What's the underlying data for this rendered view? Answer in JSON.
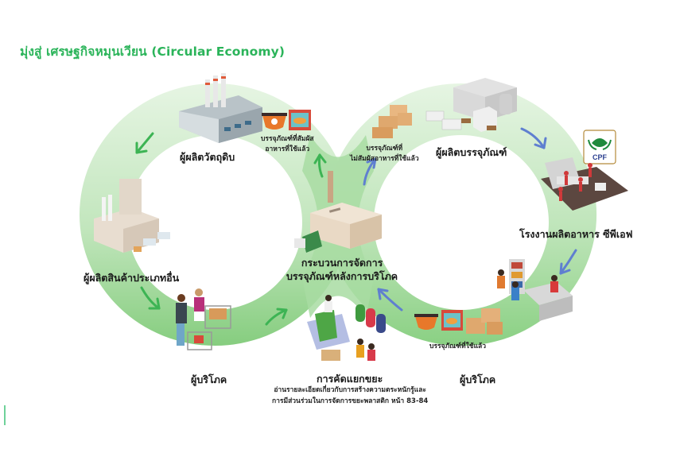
{
  "title": "มุ่งสู่ เศรษฐกิจหมุนเวียน (Circular Economy)",
  "colors": {
    "title": "#2bb45a",
    "ring_light": "#dff2dc",
    "ring_dark": "#8fd08a",
    "arrow_green": "#3db454",
    "arrow_blue": "#5f7fd0",
    "cpf_green": "#1f8a3c",
    "cpf_blue": "#2a3f8f"
  },
  "nodes": {
    "raw_material_producer": "ผู้ผลิตวัตถุดิบ",
    "packaging_producer": "ผู้ผลิตบรรจุภัณฑ์",
    "cpf_factory": "โรงงานผลิตอาหาร ซีพีเอฟ",
    "other_goods_producer": "ผู้ผลิตสินค้าประเภทอื่น",
    "post_consumer_process_line1": "กระบวนการจัดการ",
    "post_consumer_process_line2": "บรรจุภัณฑ์หลังการบริโภค",
    "consumer_left": "ผู้บริโภค",
    "consumer_right": "ผู้บริโภค",
    "waste_sorting": "การคัดแยกขยะ"
  },
  "captions": {
    "food_contact_line1": "บรรจุภัณฑ์ที่สัมผัส",
    "food_contact_line2": "อาหารที่ใช้แล้ว",
    "non_food_contact_line1": "บรรจุภัณฑ์ที่",
    "non_food_contact_line2": "ไม่สัมผัสอาหารที่ใช้แล้ว",
    "used_packaging": "บรรจุภัณฑ์ที่ใช้แล้ว",
    "note_line1": "อ่านรายละเอียดเกี่ยวกับการสร้างความตระหนักรู้และ",
    "note_line2": "การมีส่วนร่วมในการจัดการขยะพลาสติก หน้า 83-84"
  },
  "logo": {
    "text": "CPF"
  },
  "icons": [
    "factory-icon",
    "packaging-factory-icon",
    "food-factory-icon",
    "goods-factory-icon",
    "recycling-plant-icon",
    "shoppers-icon",
    "sorting-bins-icon",
    "store-checkout-icon",
    "cardboard-boxes-icon",
    "food-bowl-icon",
    "food-pack-icon"
  ]
}
